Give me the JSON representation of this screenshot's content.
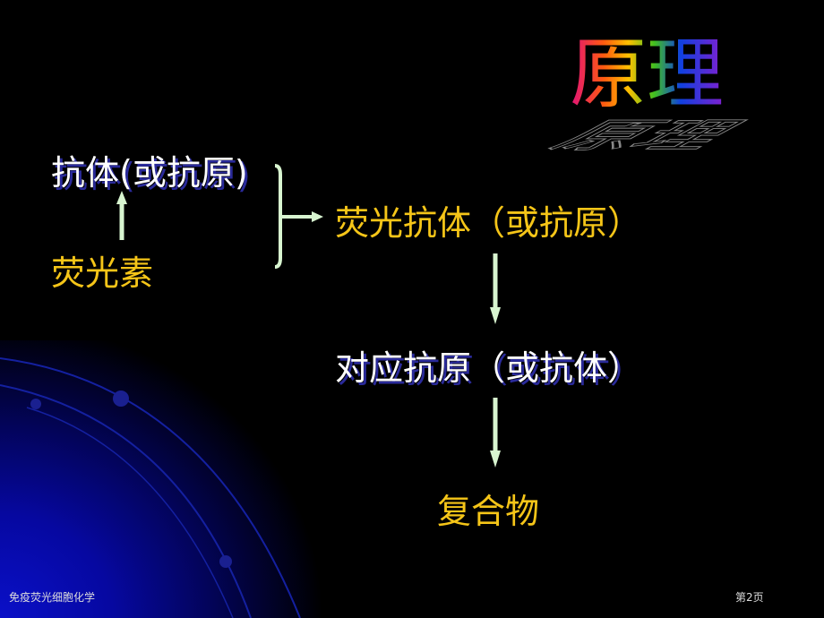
{
  "title": "原理",
  "left": {
    "antibody": "抗体(或抗原)",
    "fluorescein": "荧光素"
  },
  "flow": {
    "step1": "荧光抗体（或抗原）",
    "step2": "对应抗原（或抗体）",
    "step3": "复合物"
  },
  "footer": {
    "course": "免疫荧光细胞化学",
    "page": "第2页"
  },
  "colors": {
    "yellow": "#f5c518",
    "arrow": "#d8f5d0",
    "blue": "#0a10c8"
  }
}
